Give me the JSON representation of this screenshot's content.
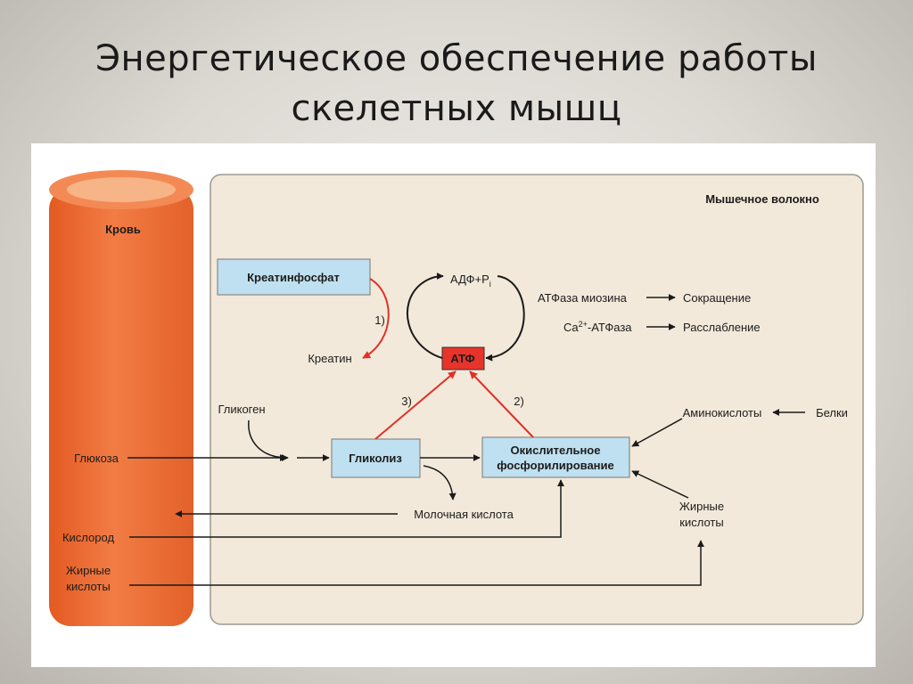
{
  "title": {
    "line1": "Энергетическое обеспечение работы",
    "line2": "скелетных мышц"
  },
  "diagram": {
    "blood_label": "Кровь",
    "fiber_label": "Мышечное волокно",
    "boxes": {
      "creatine_phosphate": "Креатинфосфат",
      "atp": "АТФ",
      "glycolysis": "Гликолиз",
      "oxphos_line1": "Окислительное",
      "oxphos_line2": "фосфорилирование"
    },
    "nodes": {
      "adp": "АДФ+P",
      "adp_sub": "i",
      "creatine": "Креатин",
      "glycogen": "Гликоген",
      "glucose": "Глюкоза",
      "lactic_acid": "Молочная кислота",
      "oxygen": "Кислород",
      "fatty_acids_blood_1": "Жирные",
      "fatty_acids_blood_2": "кислоты",
      "fatty_acids_fiber_1": "Жирные",
      "fatty_acids_fiber_2": "кислоты",
      "amino_acids": "Аминокислоты",
      "proteins": "Белки",
      "myosin_atpase": "АТФаза миозина",
      "contraction": "Сокращение",
      "ca_prefix": "Ca",
      "ca_sup": "2+",
      "ca_atpase": "-АТФаза",
      "relaxation": "Расслабление"
    },
    "pathway_numbers": {
      "p1": "1)",
      "p2": "2)",
      "p3": "3)"
    },
    "colors": {
      "box_fill": "#bfe0f0",
      "atp_fill": "#e8332a",
      "red_arrow": "#e03128",
      "vessel": "#ee6f36",
      "fiber_bg": "#f2e9da"
    }
  }
}
